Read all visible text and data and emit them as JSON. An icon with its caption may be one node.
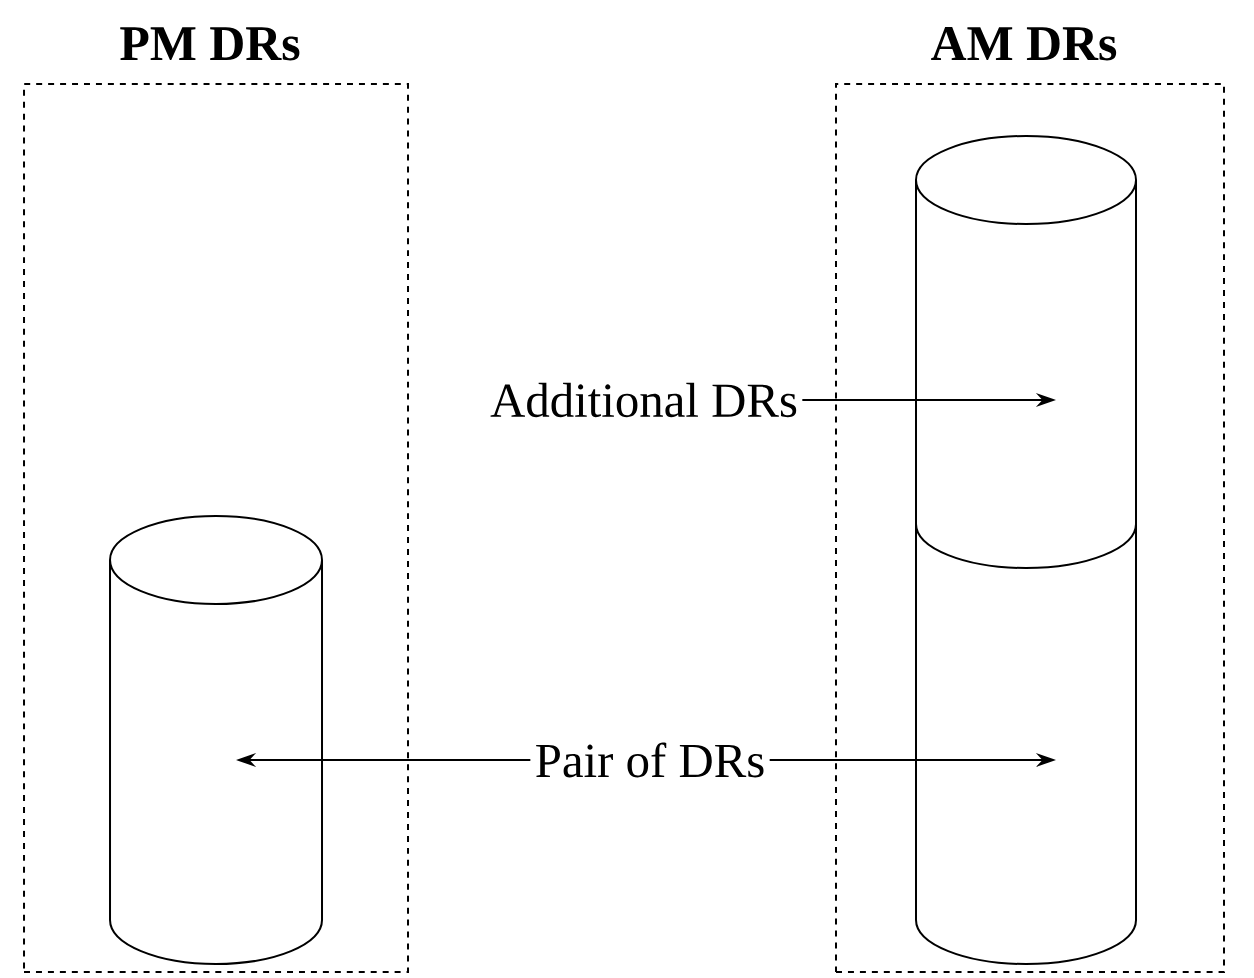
{
  "diagram": {
    "nodes": [
      {
        "text": [
          "PM DRs"
        ]
      },
      {
        "text": [
          "AM DRs"
        ]
      },
      {
        "text": [],
        "shape": "cylinder",
        "in": 0
      },
      {
        "text": [],
        "shape": "cylinder",
        "in": 1
      },
      {
        "text": [],
        "shape": "cylinder",
        "in": 1
      },
      {
        "text": [
          "Additional DRs"
        ]
      },
      {
        "text": [
          "Pair of DRs"
        ]
      }
    ],
    "edges": [
      {
        "from": 5,
        "to": 3,
        "arrow": "to"
      },
      {
        "from": 6,
        "to": 2,
        "arrow": "to"
      },
      {
        "from": 6,
        "to": 4,
        "arrow": "to"
      }
    ]
  }
}
